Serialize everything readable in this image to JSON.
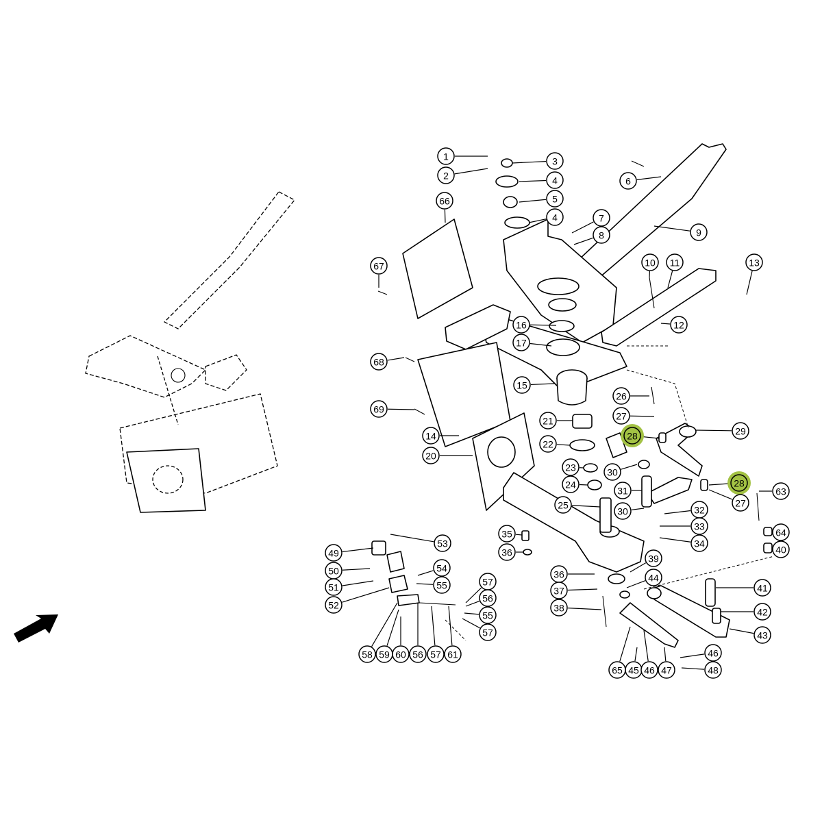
{
  "diagram": {
    "type": "exploded-parts-diagram",
    "highlight_color": "#a3c244",
    "callouts": [
      {
        "num": "1"
      },
      {
        "num": "2"
      },
      {
        "num": "3"
      },
      {
        "num": "4"
      },
      {
        "num": "5"
      },
      {
        "num": "4"
      },
      {
        "num": "7"
      },
      {
        "num": "8"
      },
      {
        "num": "6"
      },
      {
        "num": "9"
      },
      {
        "num": "10"
      },
      {
        "num": "11"
      },
      {
        "num": "13"
      },
      {
        "num": "12"
      },
      {
        "num": "66"
      },
      {
        "num": "67"
      },
      {
        "num": "16"
      },
      {
        "num": "17"
      },
      {
        "num": "68"
      },
      {
        "num": "15"
      },
      {
        "num": "69"
      },
      {
        "num": "26"
      },
      {
        "num": "27"
      },
      {
        "num": "14"
      },
      {
        "num": "21"
      },
      {
        "num": "28",
        "highlight": true
      },
      {
        "num": "29"
      },
      {
        "num": "22"
      },
      {
        "num": "20"
      },
      {
        "num": "23"
      },
      {
        "num": "30"
      },
      {
        "num": "24"
      },
      {
        "num": "31"
      },
      {
        "num": "28",
        "highlight": true
      },
      {
        "num": "63"
      },
      {
        "num": "25"
      },
      {
        "num": "27"
      },
      {
        "num": "30"
      },
      {
        "num": "32"
      },
      {
        "num": "33"
      },
      {
        "num": "64"
      },
      {
        "num": "35"
      },
      {
        "num": "53"
      },
      {
        "num": "34"
      },
      {
        "num": "40"
      },
      {
        "num": "36"
      },
      {
        "num": "49"
      },
      {
        "num": "39"
      },
      {
        "num": "54"
      },
      {
        "num": "50"
      },
      {
        "num": "36"
      },
      {
        "num": "44"
      },
      {
        "num": "57"
      },
      {
        "num": "55"
      },
      {
        "num": "51"
      },
      {
        "num": "37"
      },
      {
        "num": "41"
      },
      {
        "num": "56"
      },
      {
        "num": "52"
      },
      {
        "num": "38"
      },
      {
        "num": "55"
      },
      {
        "num": "42"
      },
      {
        "num": "57"
      },
      {
        "num": "43"
      },
      {
        "num": "46"
      },
      {
        "num": "58"
      },
      {
        "num": "59"
      },
      {
        "num": "60"
      },
      {
        "num": "56"
      },
      {
        "num": "57"
      },
      {
        "num": "61"
      },
      {
        "num": "65"
      },
      {
        "num": "45"
      },
      {
        "num": "46"
      },
      {
        "num": "47"
      },
      {
        "num": "48"
      }
    ]
  }
}
